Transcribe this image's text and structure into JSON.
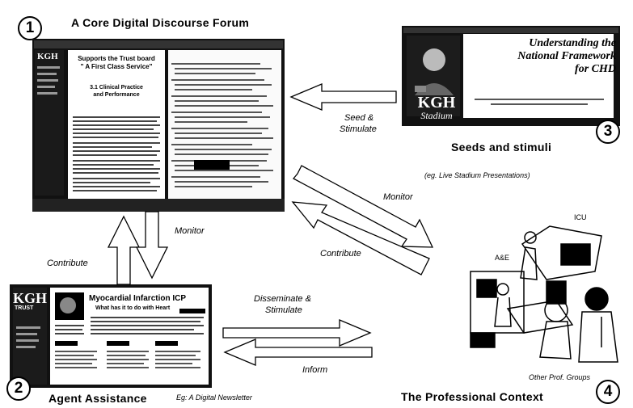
{
  "nodes": {
    "n1": {
      "number": "1",
      "title": "A Core Digital Discourse Forum",
      "screen": {
        "logo": "KGH",
        "doc_heading_1": "Supports the Trust board",
        "doc_heading_2": "\" A First Class Service\"",
        "doc_sub_1": "3.1 Clinical Practice",
        "doc_sub_2": "and Performance"
      }
    },
    "n2": {
      "number": "2",
      "title": "Agent Assistance",
      "note": "Eg: A Digital Newsletter",
      "screen": {
        "logo": "KGH",
        "logo_sub": "TRUST",
        "headline": "Myocardial Infarction ICP",
        "subhead": "What has it to do with Heart"
      }
    },
    "n3": {
      "number": "3",
      "title": "Seeds and stimuli",
      "note": "(eg. Live Stadium Presentations)",
      "screen": {
        "line1": "Understanding the",
        "line2": "National Framework",
        "line3": "for CHD",
        "logo": "KGH",
        "logo_sub": "Stadium"
      }
    },
    "n4": {
      "number": "4",
      "title": "The Professional Context",
      "labels": {
        "icu": "ICU",
        "ae": "A&E",
        "other": "Other Prof. Groups"
      }
    }
  },
  "flows": {
    "seed_stimulate_1": "Seed &",
    "seed_stimulate_2": "Stimulate",
    "monitor_right": "Monitor",
    "contribute_right": "Contribute",
    "monitor_left": "Monitor",
    "contribute_left": "Contribute",
    "disseminate_1": "Disseminate &",
    "disseminate_2": "Stimulate",
    "inform": "Inform"
  }
}
